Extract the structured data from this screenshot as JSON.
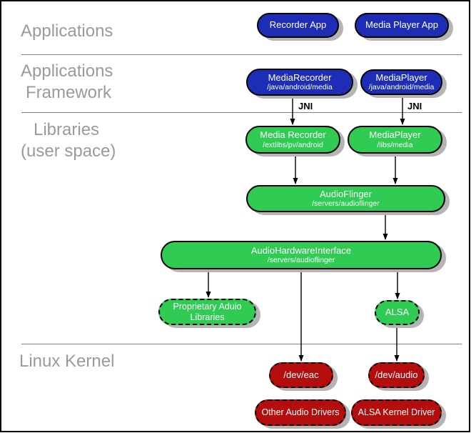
{
  "colors": {
    "node-blue": "#1e2db5",
    "node-green": "#2fcb53",
    "node-red": "#b30d0d",
    "node-text": "#ffffff",
    "section-label": "#9a9a9a",
    "separator": "#808080",
    "shadow": "#b4b4b4",
    "edge": "#000000"
  },
  "sections": {
    "applications": {
      "label": "Applications"
    },
    "framework": {
      "line1": "Applications",
      "line2": "Framework"
    },
    "libraries": {
      "line1": "Libraries",
      "line2": "(user space)"
    },
    "kernel": {
      "label": "Linux Kernel"
    }
  },
  "nodes": {
    "recorder_app": {
      "title": "Recorder App"
    },
    "media_player_app": {
      "title": "Media Player App"
    },
    "media_recorder_fw": {
      "title": "MediaRecorder",
      "subtitle": "/java/android/media"
    },
    "media_player_fw": {
      "title": "MediaPlayer",
      "subtitle": "/java/android/media"
    },
    "media_recorder_lib": {
      "title": "Media Recorder",
      "subtitle": "/extlibs/pv/android"
    },
    "media_player_lib": {
      "title": "MediaPlayer",
      "subtitle": "/libs/media"
    },
    "audio_flinger": {
      "title": "AudioFlinger",
      "subtitle": "/servers/audioflinger"
    },
    "audio_hw_interface": {
      "title": "AudioHardwareInterface",
      "subtitle": "/servers/audioflinger"
    },
    "proprietary_audio_libs": {
      "title": "Proprietary Aduio Libraries"
    },
    "alsa": {
      "title": "ALSA"
    },
    "dev_eac": {
      "title": "/dev/eac"
    },
    "dev_audio": {
      "title": "/dev/audio"
    },
    "other_audio_drivers": {
      "title": "Other Audio Drivers"
    },
    "alsa_kernel_driver": {
      "title": "ALSA Kernel Driver"
    }
  },
  "edge_labels": {
    "jni_left": "JNI",
    "jni_right": "JNI"
  },
  "edges": [
    {
      "from": "media_recorder_fw",
      "to": "media_recorder_lib",
      "label": "JNI"
    },
    {
      "from": "media_player_fw",
      "to": "media_player_lib",
      "label": "JNI"
    },
    {
      "from": "media_recorder_lib",
      "to": "audio_flinger",
      "label": ""
    },
    {
      "from": "media_player_lib",
      "to": "audio_flinger",
      "label": ""
    },
    {
      "from": "audio_flinger",
      "to": "audio_hw_interface",
      "label": ""
    },
    {
      "from": "audio_hw_interface",
      "to": "proprietary_audio_libs",
      "label": ""
    },
    {
      "from": "audio_hw_interface",
      "to": "dev_eac",
      "label": ""
    },
    {
      "from": "audio_hw_interface",
      "to": "alsa",
      "label": ""
    },
    {
      "from": "alsa",
      "to": "dev_audio",
      "label": ""
    }
  ]
}
